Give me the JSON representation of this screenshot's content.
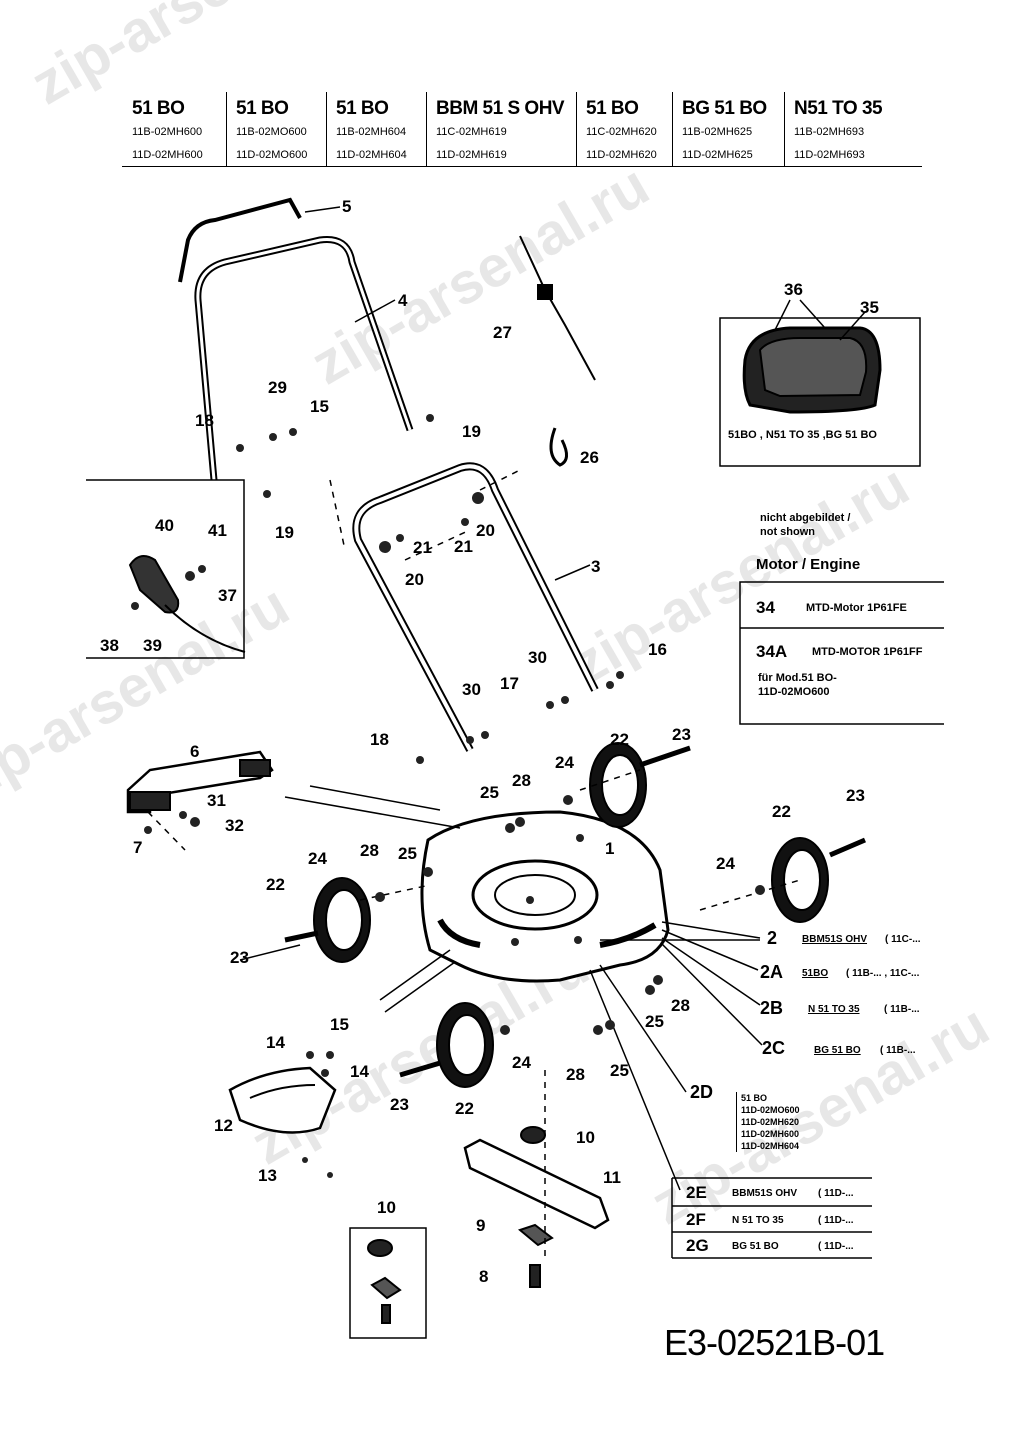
{
  "header": {
    "models": [
      {
        "name": "51 BO",
        "codes": [
          "11B-02MH600",
          "11D-02MH600"
        ]
      },
      {
        "name": "51 BO",
        "codes": [
          "11B-02MO600",
          "11D-02MO600"
        ]
      },
      {
        "name": "51 BO",
        "codes": [
          "11B-02MH604",
          "11D-02MH604"
        ]
      },
      {
        "name": "BBM 51 S OHV",
        "codes": [
          "11C-02MH619",
          "11D-02MH619"
        ]
      },
      {
        "name": "51 BO",
        "codes": [
          "11C-02MH620",
          "11D-02MH620"
        ]
      },
      {
        "name": "BG 51 BO",
        "codes": [
          "11B-02MH625",
          "11D-02MH625"
        ]
      },
      {
        "name": "N51 TO 35",
        "codes": [
          "11B-02MH693",
          "11D-02MH693"
        ]
      }
    ]
  },
  "engine_inset": {
    "caption": "51BO , N51 TO 35 ,BG 51 BO",
    "labels": [
      "36",
      "35"
    ]
  },
  "engine_table": {
    "note": "nicht abgebildet /",
    "note2": "not shown",
    "title": "Motor / Engine",
    "rows": [
      {
        "num": "34",
        "desc": "MTD-Motor 1P61FE"
      },
      {
        "num": "34A",
        "desc": "MTD-MOTOR 1P61FF"
      }
    ],
    "footnote1": "für Mod.51 BO-",
    "footnote2": "11D-02MO600"
  },
  "deck_variants": [
    {
      "num": "2",
      "name": "BBM51S OHV",
      "code": "( 11C-..."
    },
    {
      "num": "2A",
      "name": "51BO",
      "code": "( 11B-... , 11C-..."
    },
    {
      "num": "2B",
      "name": "N 51 TO 35",
      "code": "( 11B-..."
    },
    {
      "num": "2C",
      "name": "BG 51 BO",
      "code": "( 11B-..."
    }
  ],
  "variant_2d": {
    "num": "2D",
    "lines": [
      "51 BO",
      "11D-02MO600",
      "11D-02MH620",
      "11D-02MH600",
      "11D-02MH604"
    ]
  },
  "variant_table": [
    {
      "num": "2E",
      "name": "BBM51S OHV",
      "code": "( 11D-..."
    },
    {
      "num": "2F",
      "name": "N 51 TO 35",
      "code": "( 11D-..."
    },
    {
      "num": "2G",
      "name": "BG 51 BO",
      "code": "( 11D-..."
    }
  ],
  "part_labels": {
    "p5": "5",
    "p4": "4",
    "p27": "27",
    "p29": "29",
    "p15a": "15",
    "p18a": "18",
    "p19a": "19",
    "p19b": "19",
    "p26": "26",
    "p21a": "21",
    "p21b": "21",
    "p20a": "20",
    "p20b": "20",
    "p3": "3",
    "p40": "40",
    "p41": "41",
    "p37": "37",
    "p38": "38",
    "p39": "39",
    "p30a": "30",
    "p30b": "30",
    "p17": "17",
    "p16": "16",
    "p18b": "18",
    "p6": "6",
    "p31": "31",
    "p32": "32",
    "p7": "7",
    "p22a": "22",
    "p23a": "23",
    "p24a": "24",
    "p25a": "25",
    "p28a": "28",
    "p22b": "22",
    "p23b": "23",
    "p24b": "24",
    "p1": "1",
    "p28b": "28",
    "p25b": "25",
    "p24c": "24",
    "p22c": "22",
    "p23c": "23",
    "p28c": "28",
    "p25c": "25",
    "p15b": "15",
    "p14a": "14",
    "p14b": "14",
    "p22d": "22",
    "p24d": "24",
    "p23d": "23",
    "p28d": "28",
    "p25d": "25",
    "p12": "12",
    "p13": "13",
    "p10a": "10",
    "p11": "11",
    "p9": "9",
    "p8": "8",
    "p10b": "10"
  },
  "drawing_code": "E3-02521B-01",
  "watermark": "zip-arsenal.ru"
}
